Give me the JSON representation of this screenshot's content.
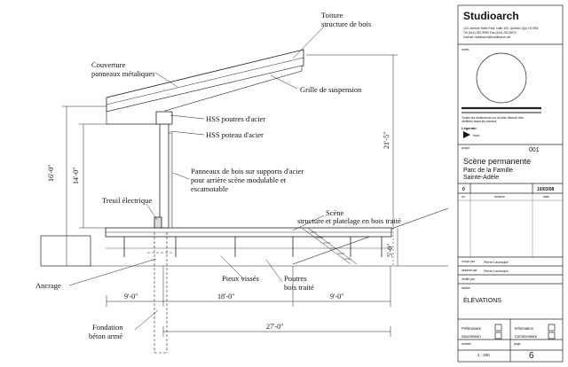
{
  "drawing": {
    "labels": {
      "roof_line1": "Toiture",
      "roof_line2": "structure de bois",
      "cover_line1": "Couverture",
      "cover_line2": "panneaux métaliques",
      "grille": "Grille de suspension",
      "beams": "HSS poutres d'acier",
      "column": "HSS poteau d'acier",
      "panels_line1": "Panneaux de bois sur supports d'acier",
      "panels_line2": "pour arrière scène modulable et",
      "panels_line3": "escamotable",
      "winch": "Treuil électrique",
      "stage_line1": "Scène",
      "stage_line2": "structure et platelage en bois traité",
      "anchor": "Ancrage",
      "piles": "Pieux vissés",
      "beams_wood_line1": "Poutres",
      "beams_wood_line2": "bois traité",
      "foundation_line1": "Fondation",
      "foundation_line2": "béton armé"
    },
    "dimensions": {
      "h16": "16'-0\"",
      "h14": "14'-0\"",
      "h21": "21'-5\"",
      "h5": "5'-0\"",
      "w9a": "9'-0\"",
      "w18": "18'-0\"",
      "w9b": "9'-0\"",
      "w27": "27'-0\""
    }
  },
  "titleblock": {
    "firm": "Studioarch",
    "address_line1": "123, avenue Saint-Paul, suite 100, Québec (Qc) H2 2B3",
    "address_line2": "Tél (514) 252-9999    Fax (514) 252-8073",
    "address_line3": "courriel: studioarch@studioarch.net",
    "notes_label": "notes",
    "notes_text_line1": "Toutes les dimensions sur ce plan devront être",
    "notes_text_line2": "vérifiées avant les travaux.",
    "legend_label": "Légende:",
    "legend_item": "Nord",
    "project_label": "projet",
    "project_number": "001",
    "project_title": "Scène permanente",
    "project_sub1": "Parc de la Famille",
    "project_sub2": "Sainte-Adèle",
    "rev_no": "0",
    "rev_date": "10/03/08",
    "rev_header_no": "no.",
    "rev_header_desc": "révision",
    "rev_header_date": "date",
    "designed_by_label": "conçu par",
    "designed_by": "Pierre Lavesque",
    "drawn_by_label": "dessiné par",
    "drawn_by": "Pierre Lavesque",
    "checked_by_label": "vérifié par",
    "sheet_label": "dessin",
    "sheet_title": "ÉLÉVATIONS",
    "status": [
      "Préliminaire",
      "Information",
      "Soumission",
      "Commentaire"
    ],
    "scale_label": "échelle",
    "scale": "1 : 200",
    "page_label": "page",
    "page": "6"
  }
}
